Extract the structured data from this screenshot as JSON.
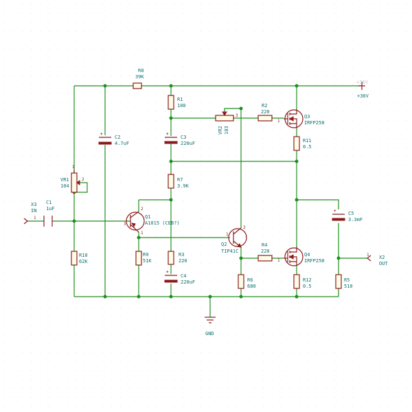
{
  "components": {
    "R8": {
      "ref": "R8",
      "value": "39K"
    },
    "R1": {
      "ref": "R1",
      "value": "100"
    },
    "R2": {
      "ref": "R2",
      "value": "220"
    },
    "R3": {
      "ref": "R3",
      "value": "220"
    },
    "R4": {
      "ref": "R4",
      "value": "220"
    },
    "R5": {
      "ref": "R5",
      "value": "510"
    },
    "R6": {
      "ref": "R6",
      "value": "680"
    },
    "R7": {
      "ref": "R7",
      "value": "3.9K"
    },
    "R9": {
      "ref": "R9",
      "value": "51K"
    },
    "R10": {
      "ref": "R10",
      "value": "62K"
    },
    "R11": {
      "ref": "R11",
      "value": "0.5"
    },
    "R12": {
      "ref": "R12",
      "value": "0.5"
    },
    "C1": {
      "ref": "C1",
      "value": "1uF"
    },
    "C2": {
      "ref": "C2",
      "value": "4.7uF"
    },
    "C3": {
      "ref": "C3",
      "value": "220uF"
    },
    "C4": {
      "ref": "C4",
      "value": "220uF"
    },
    "C5": {
      "ref": "C5",
      "value": "3.3mF"
    },
    "VR1": {
      "ref": "VR1",
      "value": "104"
    },
    "VR2": {
      "ref": "VR2",
      "value": "103"
    },
    "Q1": {
      "ref": "Q1",
      "value": "A1015 (CEB?)"
    },
    "Q2": {
      "ref": "Q2",
      "value": "TIP41C"
    },
    "Q3": {
      "ref": "Q3",
      "value": "IRFP250"
    },
    "Q4": {
      "ref": "Q4",
      "value": "IRFP250"
    },
    "X3": {
      "ref": "X3",
      "value": "IN"
    },
    "X2": {
      "ref": "X2",
      "value": "OUT"
    }
  },
  "power": {
    "vcc_label": "+36V",
    "vcc_ghost": "+36V",
    "gnd_label": "GND"
  },
  "pins": {
    "one": "1",
    "two": "2",
    "three": "3"
  },
  "colors": {
    "wire": "#1f8f1f",
    "component": "#8b1a1a",
    "label": "#0b6f6f",
    "resistor_fill": "#fffde8"
  }
}
